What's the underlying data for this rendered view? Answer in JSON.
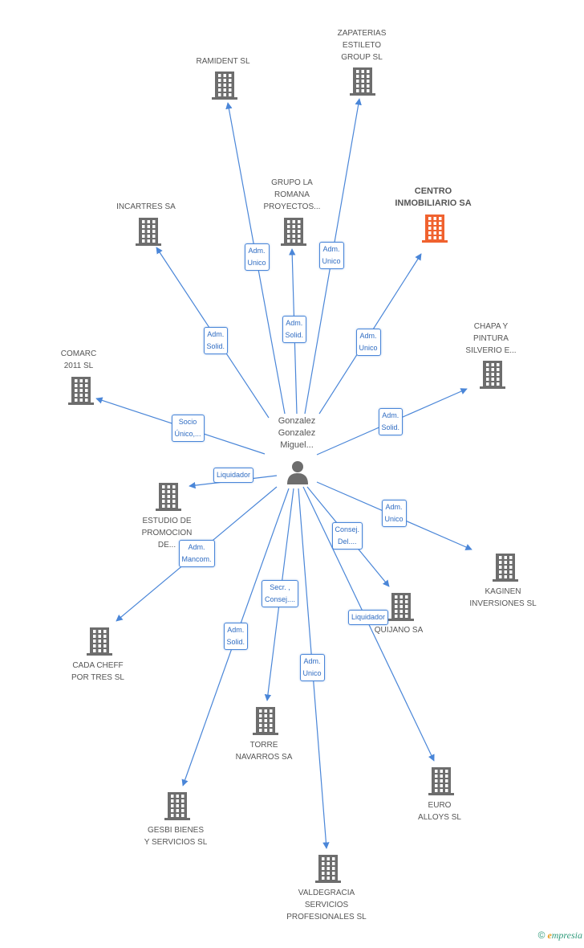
{
  "center": {
    "name": "Gonzalez\nGonzalez\nMiguel..."
  },
  "colors": {
    "edge": "#4a86d8",
    "building": "#6d6d6d",
    "building_highlight": "#f0622f"
  },
  "nodes": [
    {
      "id": "ramident",
      "label": "RAMIDENT  SL"
    },
    {
      "id": "zapaterias",
      "label": "ZAPATERIAS\nESTILETO\nGROUP SL"
    },
    {
      "id": "incartres",
      "label": "INCARTRES SA"
    },
    {
      "id": "grupo_la_romana",
      "label": "GRUPO LA\nROMANA\nPROYECTOS..."
    },
    {
      "id": "centro_inmobiliario",
      "label": "CENTRO\nINMOBILIARIO SA",
      "highlight": true
    },
    {
      "id": "comarc",
      "label": "COMARC\n2011 SL"
    },
    {
      "id": "chapa",
      "label": "CHAPA Y\nPINTURA\nSILVERIO E..."
    },
    {
      "id": "estudio",
      "label": "ESTUDIO DE\nPROMOCION\nDE..."
    },
    {
      "id": "kaginen",
      "label": "KAGINEN\nINVERSIONES SL"
    },
    {
      "id": "quijano",
      "label": "QUIJANO SA"
    },
    {
      "id": "cada_cheff",
      "label": "CADA CHEFF\nPOR TRES SL"
    },
    {
      "id": "torre_navarros",
      "label": "TORRE\nNAVARROS SA"
    },
    {
      "id": "euro_alloys",
      "label": "EURO\nALLOYS SL"
    },
    {
      "id": "gesbi",
      "label": "GESBI BIENES\nY SERVICIOS  SL"
    },
    {
      "id": "valdegracia",
      "label": "VALDEGRACIA\nSERVICIOS\nPROFESIONALES SL"
    }
  ],
  "edges": [
    {
      "to": "ramident",
      "label": "Adm.\nUnico"
    },
    {
      "to": "zapaterias",
      "label": "Adm.\nUnico"
    },
    {
      "to": "incartres",
      "label": "Adm.\nSolid."
    },
    {
      "to": "grupo_la_romana",
      "label": "Adm.\nSolid."
    },
    {
      "to": "centro_inmobiliario",
      "label": "Adm.\nUnico"
    },
    {
      "to": "comarc",
      "label": "Socio\nÚnico,..."
    },
    {
      "to": "chapa",
      "label": "Adm.\nSolid."
    },
    {
      "to": "estudio",
      "label": "Liquidador"
    },
    {
      "to": "kaginen",
      "label": "Adm.\nUnico"
    },
    {
      "to": "quijano",
      "label": "Consej.\nDel...."
    },
    {
      "to": "cada_cheff",
      "label": "Adm.\nMancom."
    },
    {
      "to": "torre_navarros",
      "label": "Secr. ,\nConsej...."
    },
    {
      "to": "euro_alloys",
      "label": "Liquidador"
    },
    {
      "to": "gesbi",
      "label": "Adm.\nSolid."
    },
    {
      "to": "valdegracia",
      "label": "Adm.\nUnico"
    }
  ],
  "footer": {
    "copyright": "©",
    "brand_initial": "e",
    "brand_rest": "mpresia"
  }
}
